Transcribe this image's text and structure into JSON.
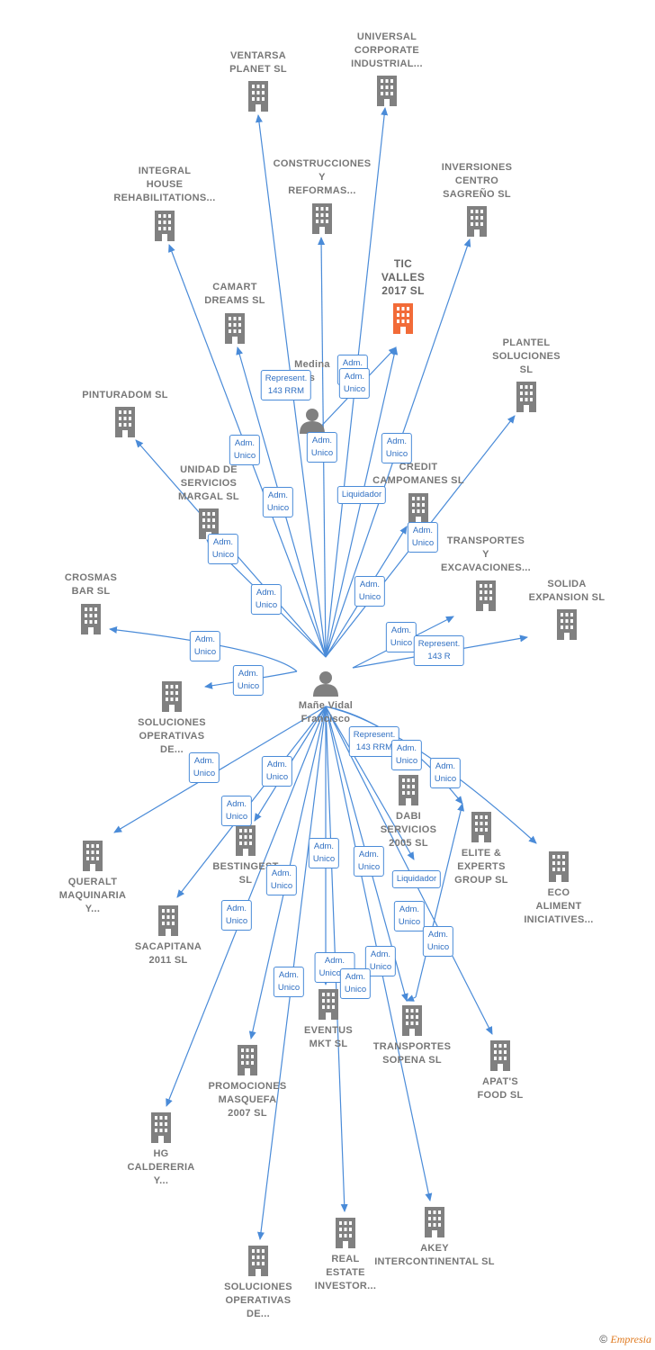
{
  "colors": {
    "edge": "#4a8bd8",
    "company": "#808080",
    "highlight": "#f26b38",
    "person": "#808080"
  },
  "center": {
    "name": "Mañe Vidal\nFrancisco"
  },
  "person2": {
    "name": "Medina\ns"
  },
  "companies": [
    {
      "id": "ventarsa",
      "name": "VENTARSA\nPLANET SL"
    },
    {
      "id": "universal",
      "name": "UNIVERSAL\nCORPORATE\nINDUSTRIAL..."
    },
    {
      "id": "construcciones",
      "name": "CONSTRUCCIONES\nY\nREFORMAS..."
    },
    {
      "id": "inversiones",
      "name": "INVERSIONES\nCENTRO\nSAGREÑO  SL"
    },
    {
      "id": "integral",
      "name": "INTEGRAL\nHOUSE\nREHABILITATIONS..."
    },
    {
      "id": "tic",
      "name": "TIC\nVALLES\n2017  SL",
      "highlight": true
    },
    {
      "id": "camart",
      "name": "CAMART\nDREAMS SL"
    },
    {
      "id": "plantel",
      "name": "PLANTEL\nSOLUCIONES\nSL"
    },
    {
      "id": "pinturadom",
      "name": "PINTURADOM SL"
    },
    {
      "id": "unidad",
      "name": "UNIDAD DE\nSERVICIOS\nMARGAL SL"
    },
    {
      "id": "credit",
      "name": "CREDIT\nCAMPOMANES SL"
    },
    {
      "id": "transportes_exc",
      "name": "TRANSPORTES\nY\nEXCAVACIONES..."
    },
    {
      "id": "solida",
      "name": "SOLIDA\nEXPANSION  SL"
    },
    {
      "id": "crosmas",
      "name": "CROSMAS\nBAR SL"
    },
    {
      "id": "soluciones_op1",
      "name": "SOLUCIONES\nOPERATIVAS\nDE..."
    },
    {
      "id": "dabi",
      "name": "DABI\nSERVICIOS\n2005 SL"
    },
    {
      "id": "elite",
      "name": "ELITE &\nEXPERTS\nGROUP  SL"
    },
    {
      "id": "eco",
      "name": "ECO\nALIMENT\nINICIATIVES..."
    },
    {
      "id": "queralt",
      "name": "QUERALT\nMAQUINARIA\nY..."
    },
    {
      "id": "bestingest",
      "name": "BESTINGEST\nSL"
    },
    {
      "id": "sacapitana",
      "name": "SACAPITANA\n2011 SL"
    },
    {
      "id": "eventus",
      "name": "EVENTUS\nMKT  SL"
    },
    {
      "id": "transportes_sop",
      "name": "TRANSPORTES\nSOPENA SL"
    },
    {
      "id": "apats",
      "name": "APAT'S\nFOOD  SL"
    },
    {
      "id": "promociones",
      "name": "PROMOCIONES\nMASQUEFA\n2007 SL"
    },
    {
      "id": "hg",
      "name": "HG\nCALDERERIA\nY..."
    },
    {
      "id": "soluciones_op2",
      "name": "SOLUCIONES\nOPERATIVAS\nDE..."
    },
    {
      "id": "real",
      "name": "REAL\nESTATE\nINVESTOR..."
    },
    {
      "id": "akey",
      "name": "AKEY\nINTERCONTINENTAL SL"
    }
  ],
  "edge_labels": [
    "Represent.\n143 RRM",
    "Adm.\nUnico",
    "Adm.\nUnico",
    "Adm.\nUnico",
    "Adm.\nUnico",
    "Adm.\nUnico",
    "Liquidador",
    "Adm.\nUnico",
    "Adm.\nUnico",
    "Adm.\nUnico",
    "Adm.\nUnico",
    "Adm.\nUnico",
    "Adm.\nUnico",
    "Adm.\nUnico",
    "Adm.\nUnico",
    "Represent.\n143 R",
    "Represent.\n143 RRM",
    "Adm.\nUnico",
    "Adm.\nUnico",
    "Adm.\nUnico",
    "Adm.\nUnico",
    "Adm.\nUnico",
    "Adm.\nUnico",
    "Adm.\nUnico",
    "Adm.\nUnico",
    "Adm.\nUnico",
    "Liquidador",
    "Adm.\nUnico",
    "Adm.\nUnico",
    "Adm.\nUnico,...",
    "Adm.\nUnico",
    "Adm.\nUnico",
    "Adm.\nUnico"
  ],
  "footer": {
    "copyright": "©",
    "brand": "Empresia"
  }
}
